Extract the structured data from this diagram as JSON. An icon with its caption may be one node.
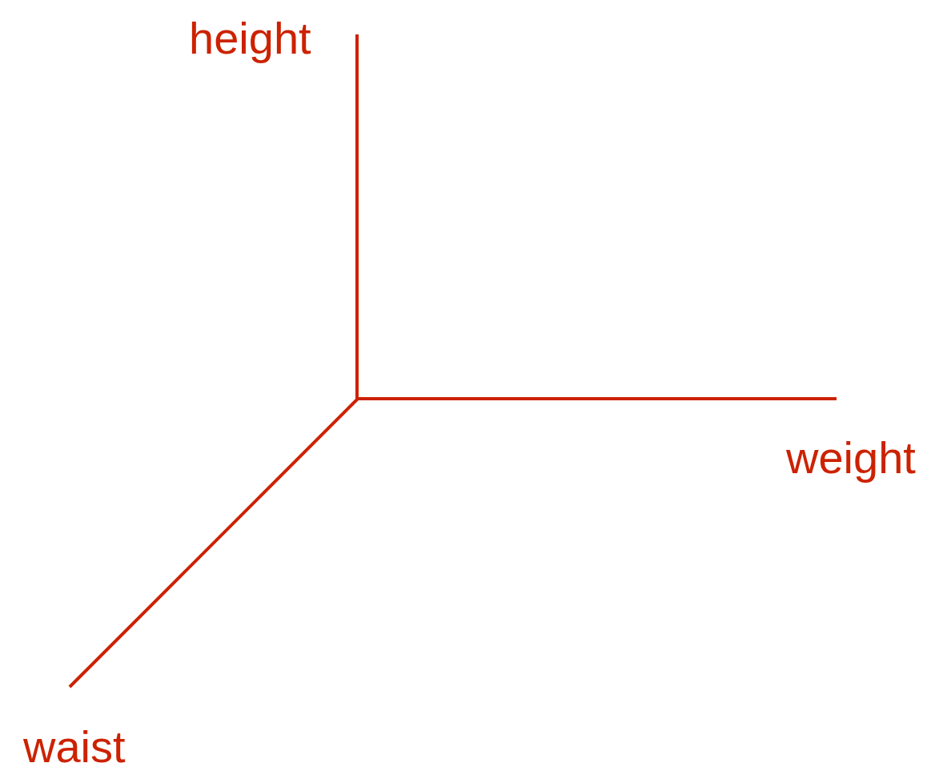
{
  "diagram": {
    "labels": [
      "height",
      "weight",
      "waist"
    ]
  }
}
